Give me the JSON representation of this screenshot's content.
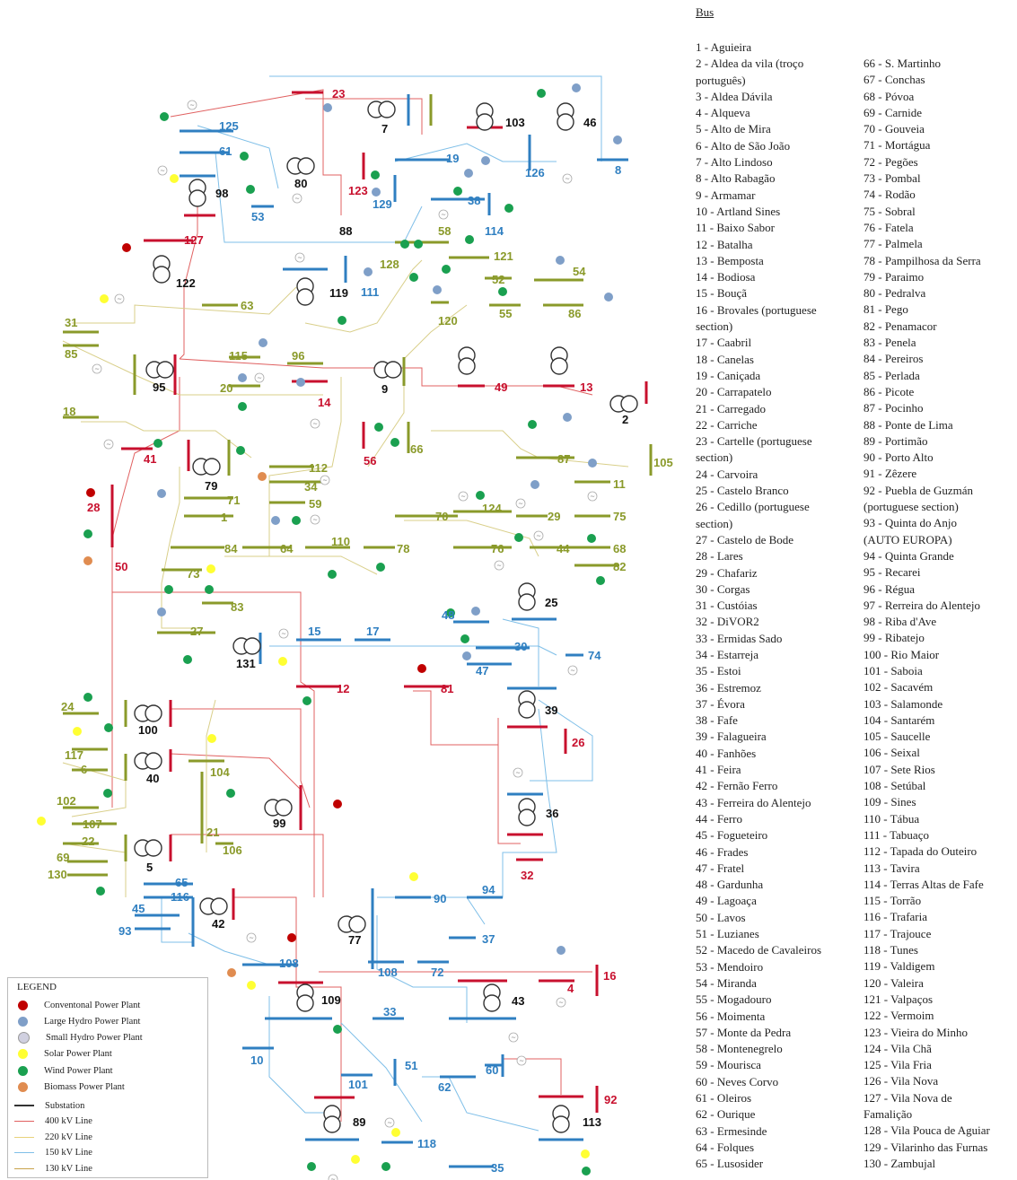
{
  "legend": {
    "title": "LEGEND",
    "plants": [
      {
        "label": "Conventonal Power Plant",
        "color": "#c00000"
      },
      {
        "label": "Large Hydro Power Plant",
        "color": "#7f9fc8"
      },
      {
        "label": "Small Hydro Power Plant",
        "color": "#d0d0e0"
      },
      {
        "label": "Solar Power Plant",
        "color": "#ffff33"
      },
      {
        "label": "Wind Power Plant",
        "color": "#1aa050"
      },
      {
        "label": "Biomass Power Plant",
        "color": "#e08c50"
      }
    ],
    "lines": [
      {
        "label": "Substation",
        "color": "#333333",
        "width": 2
      },
      {
        "label": "400 kV Line",
        "color": "#e06060",
        "width": 1
      },
      {
        "label": "220 kV Line",
        "color": "#e8d27a",
        "width": 1
      },
      {
        "label": "150 kV Line",
        "color": "#7fbfe8",
        "width": 1
      },
      {
        "label": "130 kV Line",
        "color": "#c8a24a",
        "width": 1
      }
    ]
  },
  "bus_list": {
    "title": "Bus",
    "column1": [
      "1 - Aguieira",
      "2 - Aldea da vila (troço",
      "português)",
      "3 - Aldea Dávila",
      "4 - Alqueva",
      "5 - Alto de Mira",
      "6 - Alto de São João",
      "7 - Alto Lindoso",
      "8 - Alto Rabagão",
      "9 - Armamar",
      "10 - Artland Sines",
      "11 - Baixo Sabor",
      "12 - Batalha",
      "13 - Bemposta",
      "14 - Bodiosa",
      "15 - Bouçã",
      "16 - Brovales (portuguese",
      "section)",
      "17 - Caabril",
      "18 - Canelas",
      "19 - Caniçada",
      "20 - Carrapatelo",
      "21 - Carregado",
      "22 - Carriche",
      "23 - Cartelle (portuguese",
      "section)",
      "24 - Carvoira",
      "25 - Castelo Branco",
      "26 - Cedillo (portuguese",
      "section)",
      "27 - Castelo de Bode",
      "28 - Lares",
      "29 - Chafariz",
      "30 - Corgas",
      "31 - Custóias",
      "32 - DiVOR2",
      "33 - Ermidas Sado",
      "34 - Estarreja",
      "35 - Estoi",
      "36 - Estremoz",
      "37 - Évora",
      "38 - Fafe",
      "39 - Falagueira",
      "40 - Fanhões",
      "41 - Feira",
      "42 - Fernão Ferro",
      "43 - Ferreira do Alentejo",
      "44 - Ferro",
      "45 - Fogueteiro",
      "46 - Frades",
      "47 - Fratel",
      "48 - Gardunha",
      "49 - Lagoaça",
      "50 - Lavos",
      "51 - Luzianes",
      "52 - Macedo de Cavaleiros",
      "53 - Mendoiro",
      "54 - Miranda",
      "55 - Mogadouro",
      "56 - Moimenta",
      "57 - Monte da Pedra",
      "58 - Montenegrelo",
      "59 - Mourisca",
      "60 - Neves Corvo",
      "61 - Oleiros",
      "62 - Ourique",
      "63 - Ermesinde",
      "64 - Folques",
      "65 - Lusosider"
    ],
    "column2": [
      "66 - S. Martinho",
      "67 - Conchas",
      "68 - Póvoa",
      "69 - Carnide",
      "70 - Gouveia",
      "71 - Mortágua",
      "72 - Pegões",
      "73 - Pombal",
      "74 - Rodão",
      "75 - Sobral",
      "76 - Fatela",
      "77 - Palmela",
      "78 - Pampilhosa da Serra",
      "79 - Paraimo",
      "80 - Pedralva",
      "81 - Pego",
      "82 - Penamacor",
      "83 - Penela",
      "84 - Pereiros",
      "85 - Perlada",
      "86 - Picote",
      "87 - Pocinho",
      "88 - Ponte de Lima",
      "89 - Portimão",
      "90 - Porto Alto",
      "91 - Zêzere",
      "92 - Puebla de Guzmán",
      "(portuguese section)",
      "93 - Quinta do Anjo",
      "(AUTO EUROPA)",
      "94 - Quinta Grande",
      "95 - Recarei",
      "96 - Régua",
      "97 - Rerreira do Alentejo",
      "98 - Riba d'Ave",
      "99 - Ribatejo",
      "100 - Rio Maior",
      "101 - Saboia",
      "102 - Sacavém",
      "103 - Salamonde",
      "104 - Santarém",
      "105 - Saucelle",
      "106 - Seixal",
      "107 - Sete Rios",
      "108 - Setúbal",
      "109 - Sines",
      "110 - Tábua",
      "111 - Tabuaço",
      "112 - Tapada do Outeiro",
      "113 - Tavira",
      "114 - Terras Altas de Fafe",
      "115 - Torrão",
      "116 - Trafaria",
      "117 - Trajouce",
      "118 - Tunes",
      "119 - Valdigem",
      "120 - Valeira",
      "121 - Valpaços",
      "122 - Vermoim",
      "123 - Vieira do Minho",
      "124 - Vila Chã",
      "125 - Vila Fria",
      "126 - Vila Nova",
      "127 - Vila Nova de",
      "Famalição",
      "128 - Vila Pouca de Aguiar",
      "129 - Vilarinho das Furnas",
      "130 - Zambujal"
    ]
  },
  "diagram": {
    "colors": {
      "v400": "#c8102e",
      "v220": "#8a9a2a",
      "v150": "#2f7fc1",
      "line400": "#e06060",
      "line220": "#d9cf8a",
      "line150": "#7fbfe8"
    },
    "bus_labels": [
      {
        "id": "23",
        "v": "400"
      },
      {
        "id": "7",
        "v": "sub"
      },
      {
        "id": "103",
        "v": "sub"
      },
      {
        "id": "46",
        "v": "sub"
      },
      {
        "id": "125",
        "v": "150"
      },
      {
        "id": "61",
        "v": "150"
      },
      {
        "id": "80",
        "v": "sub"
      },
      {
        "id": "19",
        "v": "150"
      },
      {
        "id": "126",
        "v": "150"
      },
      {
        "id": "8",
        "v": "150"
      },
      {
        "id": "98",
        "v": "sub"
      },
      {
        "id": "123",
        "v": "400"
      },
      {
        "id": "53",
        "v": "150"
      },
      {
        "id": "129",
        "v": "150"
      },
      {
        "id": "38",
        "v": "150"
      },
      {
        "id": "88",
        "v": "sub"
      },
      {
        "id": "114",
        "v": "150"
      },
      {
        "id": "127",
        "v": "400"
      },
      {
        "id": "58",
        "v": "220"
      },
      {
        "id": "121",
        "v": "220"
      },
      {
        "id": "128",
        "v": "220"
      },
      {
        "id": "54",
        "v": "220"
      },
      {
        "id": "122",
        "v": "sub"
      },
      {
        "id": "119",
        "v": "sub"
      },
      {
        "id": "111",
        "v": "150"
      },
      {
        "id": "52",
        "v": "220"
      },
      {
        "id": "63",
        "v": "220"
      },
      {
        "id": "120",
        "v": "220"
      },
      {
        "id": "55",
        "v": "220"
      },
      {
        "id": "86",
        "v": "220"
      },
      {
        "id": "31",
        "v": "220"
      },
      {
        "id": "85",
        "v": "220"
      },
      {
        "id": "115",
        "v": "220"
      },
      {
        "id": "96",
        "v": "220"
      },
      {
        "id": "95",
        "v": "sub"
      },
      {
        "id": "9",
        "v": "sub"
      },
      {
        "id": "49",
        "v": "400"
      },
      {
        "id": "13",
        "v": "400"
      },
      {
        "id": "20",
        "v": "220"
      },
      {
        "id": "14",
        "v": "400"
      },
      {
        "id": "2",
        "v": "sub"
      },
      {
        "id": "18",
        "v": "220"
      },
      {
        "id": "56",
        "v": "400"
      },
      {
        "id": "66",
        "v": "220"
      },
      {
        "id": "41",
        "v": "400"
      },
      {
        "id": "79",
        "v": "sub"
      },
      {
        "id": "87",
        "v": "220"
      },
      {
        "id": "105",
        "v": "220"
      },
      {
        "id": "112",
        "v": "220"
      },
      {
        "id": "34",
        "v": "220"
      },
      {
        "id": "11",
        "v": "220"
      },
      {
        "id": "28",
        "v": "400"
      },
      {
        "id": "71",
        "v": "220"
      },
      {
        "id": "59",
        "v": "220"
      },
      {
        "id": "1",
        "v": "220"
      },
      {
        "id": "70",
        "v": "220"
      },
      {
        "id": "124",
        "v": "220"
      },
      {
        "id": "29",
        "v": "220"
      },
      {
        "id": "75",
        "v": "220"
      },
      {
        "id": "84",
        "v": "220"
      },
      {
        "id": "64",
        "v": "220"
      },
      {
        "id": "110",
        "v": "220"
      },
      {
        "id": "78",
        "v": "220"
      },
      {
        "id": "76",
        "v": "220"
      },
      {
        "id": "44",
        "v": "220"
      },
      {
        "id": "68",
        "v": "220"
      },
      {
        "id": "50",
        "v": "400"
      },
      {
        "id": "73",
        "v": "220"
      },
      {
        "id": "82",
        "v": "220"
      },
      {
        "id": "83",
        "v": "220"
      },
      {
        "id": "25",
        "v": "sub"
      },
      {
        "id": "27",
        "v": "220"
      },
      {
        "id": "48",
        "v": "150"
      },
      {
        "id": "15",
        "v": "150"
      },
      {
        "id": "17",
        "v": "150"
      },
      {
        "id": "30",
        "v": "150"
      },
      {
        "id": "74",
        "v": "150"
      },
      {
        "id": "131",
        "v": "sub"
      },
      {
        "id": "47",
        "v": "150"
      },
      {
        "id": "12",
        "v": "400"
      },
      {
        "id": "81",
        "v": "400"
      },
      {
        "id": "24",
        "v": "220"
      },
      {
        "id": "39",
        "v": "sub"
      },
      {
        "id": "100",
        "v": "sub"
      },
      {
        "id": "26",
        "v": "400"
      },
      {
        "id": "117",
        "v": "220"
      },
      {
        "id": "40",
        "v": "sub"
      },
      {
        "id": "104",
        "v": "220"
      },
      {
        "id": "6",
        "v": "220"
      },
      {
        "id": "102",
        "v": "220"
      },
      {
        "id": "99",
        "v": "sub"
      },
      {
        "id": "36",
        "v": "sub"
      },
      {
        "id": "107",
        "v": "220"
      },
      {
        "id": "21",
        "v": "220"
      },
      {
        "id": "22",
        "v": "220"
      },
      {
        "id": "106",
        "v": "220"
      },
      {
        "id": "69",
        "v": "220"
      },
      {
        "id": "5",
        "v": "sub"
      },
      {
        "id": "130",
        "v": "220"
      },
      {
        "id": "32",
        "v": "400"
      },
      {
        "id": "65",
        "v": "150"
      },
      {
        "id": "116",
        "v": "150"
      },
      {
        "id": "45",
        "v": "150"
      },
      {
        "id": "42",
        "v": "sub"
      },
      {
        "id": "90",
        "v": "150"
      },
      {
        "id": "94",
        "v": "150"
      },
      {
        "id": "93",
        "v": "150"
      },
      {
        "id": "77",
        "v": "sub"
      },
      {
        "id": "37",
        "v": "150"
      },
      {
        "id": "108",
        "v": "150"
      },
      {
        "id": "108b",
        "text": "108",
        "v": "150"
      },
      {
        "id": "72",
        "v": "150"
      },
      {
        "id": "16",
        "v": "400"
      },
      {
        "id": "4",
        "v": "400"
      },
      {
        "id": "109",
        "v": "sub"
      },
      {
        "id": "43",
        "v": "sub"
      },
      {
        "id": "33",
        "v": "150"
      },
      {
        "id": "10",
        "v": "150"
      },
      {
        "id": "51",
        "v": "150"
      },
      {
        "id": "60",
        "v": "150"
      },
      {
        "id": "101",
        "v": "150"
      },
      {
        "id": "62",
        "v": "150"
      },
      {
        "id": "92",
        "v": "400"
      },
      {
        "id": "89",
        "v": "sub"
      },
      {
        "id": "113",
        "v": "sub"
      },
      {
        "id": "118",
        "v": "150"
      },
      {
        "id": "35",
        "v": "150"
      }
    ]
  }
}
